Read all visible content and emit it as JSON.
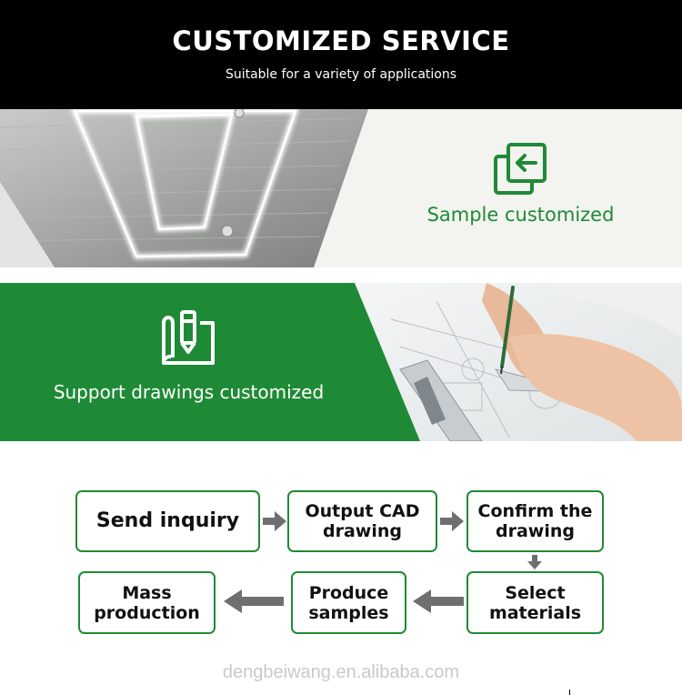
{
  "header": {
    "title": "CUSTOMIZED SERVICE",
    "subtitle": "Suitable for a variety of applications"
  },
  "sample": {
    "label": "Sample customized",
    "icon": "copy-back-arrow-icon"
  },
  "drawings": {
    "label": "Support drawings customized",
    "icon": "blueprint-pen-icon"
  },
  "flow": {
    "send_inquiry": "Send inquiry",
    "output_cad": "Output CAD\ndrawing",
    "confirm": "Confirm the\ndrawing",
    "select": "Select\nmaterials",
    "produce": "Produce\nsamples",
    "mass": "Mass\nproduction"
  },
  "footer": {
    "watermark": "dengbeiwang.en.alibaba.com"
  },
  "colors": {
    "brand_green": "#1f8a36",
    "header_bg": "#000000",
    "arrow_gray": "#6f6f6f"
  }
}
